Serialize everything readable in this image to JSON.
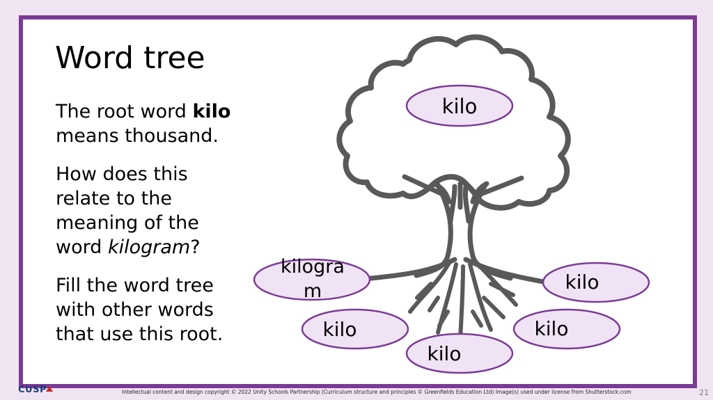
{
  "slide": {
    "title": "Word tree",
    "paragraph1": {
      "text1": "The root word ",
      "bold": "kilo",
      "text2": " means thousand."
    },
    "paragraph2": {
      "text1": "How does this relate to the meaning of the word ",
      "italic": "kilogram",
      "text2": "?"
    },
    "paragraph3": "Fill the word tree with other words that use this root."
  },
  "tree": {
    "crown_label": "kilo",
    "root_labels": {
      "left_top": [
        "kilogra",
        "m"
      ],
      "left_bottom": "kilo",
      "center_bottom": "kilo",
      "right_bottom": "kilo",
      "right_top": "kilo"
    }
  },
  "footer": {
    "logo": "CUSP",
    "copyright": "Intellectual content and design copyright © 2022 Unity Schools Partnership (Curriculum structure and principles © Greenfields Education Ltd)  Image(s) used under license from Shutterstock.com",
    "page_number": "21"
  },
  "colors": {
    "frame": "#7b3a96",
    "ellipse_fill": "#f0e3f5",
    "ellipse_stroke": "#7b3a96",
    "tree_stroke": "#595959",
    "background": "#f1e4f2"
  }
}
